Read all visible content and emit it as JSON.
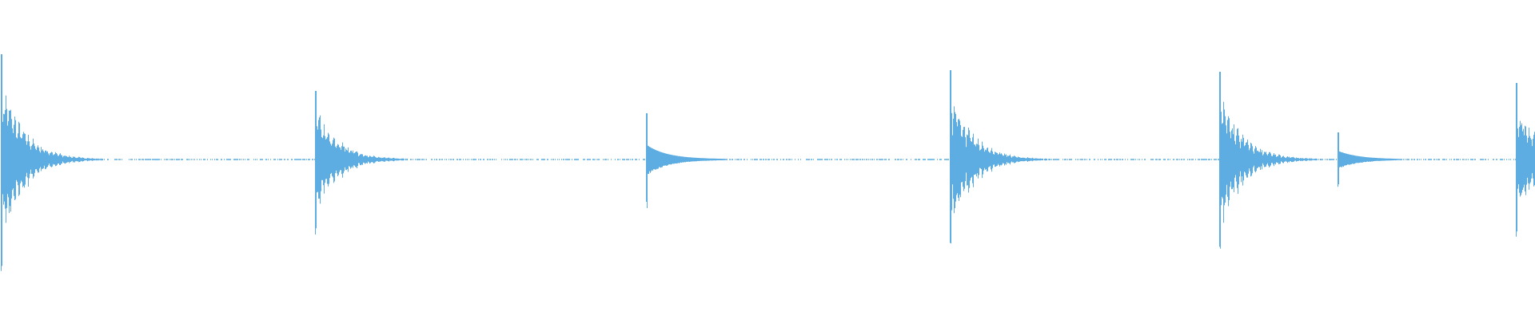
{
  "waveform": {
    "color": "#5dade2",
    "background": "#ffffff",
    "hits": [
      {
        "peak": 0.66,
        "style": "ringing"
      },
      {
        "peak": 0.43,
        "style": "ringing"
      },
      {
        "peak": 0.29,
        "style": "smooth"
      },
      {
        "peak": 0.56,
        "style": "ringing"
      },
      {
        "peak": 0.55,
        "style": "ringing"
      },
      {
        "peak": 0.17,
        "style": "smooth"
      },
      {
        "peak": 0.48,
        "style": "ringing"
      }
    ]
  }
}
